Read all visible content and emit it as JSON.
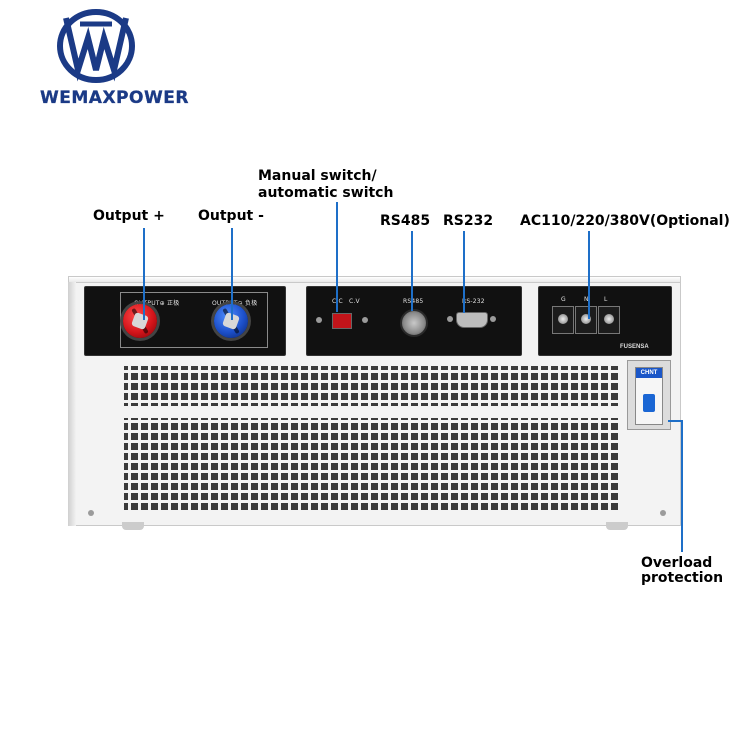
{
  "brand": {
    "name": "WEMAXPOWER",
    "logo_icon": "wm-logo-icon",
    "color": "#1b3a86"
  },
  "callouts": {
    "output_plus": "Output +",
    "output_minus": "Output -",
    "switch_line1": "Manual switch/",
    "switch_line2": "automatic switch",
    "rs485": "RS485",
    "rs232": "RS232",
    "ac_input": "AC110/220/380V(Optional)",
    "overload_line1": "Overload",
    "overload_line2": "protection"
  },
  "panel_text": {
    "output_pos": "OUTPUT⊕ 正极",
    "output_neg": "OUTPUT⊖ 负极",
    "cv_mode": "C.V",
    "cc_mode": "C.C",
    "rs485_mark": "RS485",
    "rs232_mark": "RS-232",
    "terminal_g": "G",
    "terminal_n": "N",
    "terminal_l": "L",
    "breaker_brand": "CHNT",
    "breaker_maker": "FUSENSA"
  },
  "colors": {
    "callout_line": "#1e6fc8",
    "positive": "#d4141a",
    "negative": "#1c4fc9"
  }
}
